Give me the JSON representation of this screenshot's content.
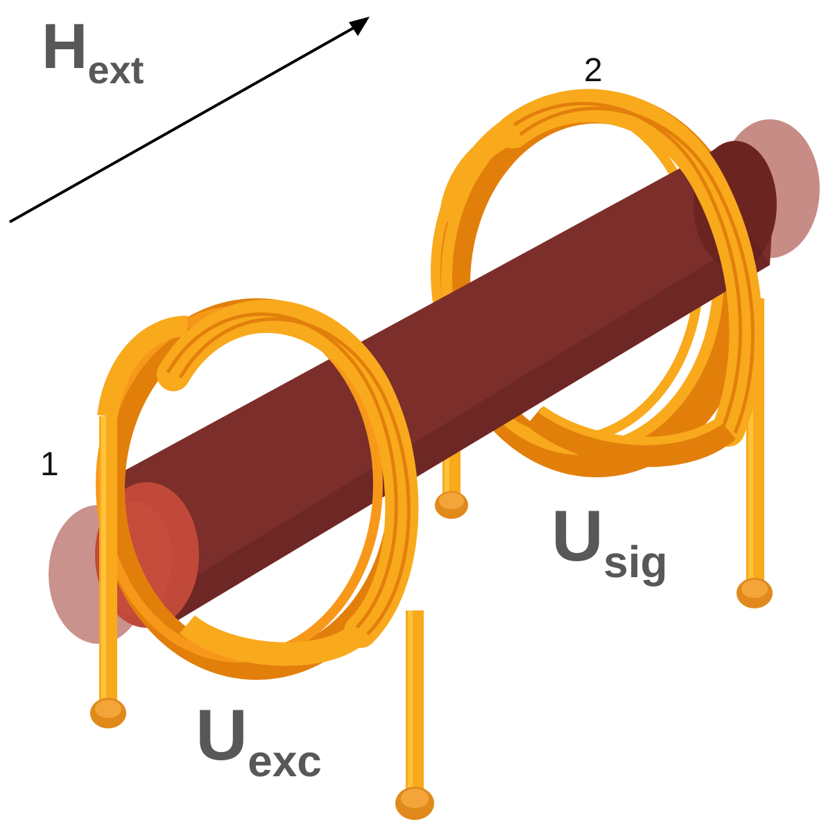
{
  "labels": {
    "field_main": "H",
    "field_sub": "ext",
    "coil1_number": "1",
    "coil2_number": "2",
    "excitation_main": "U",
    "excitation_sub": "exc",
    "signal_main": "U",
    "signal_sub": "sig"
  },
  "colors": {
    "core_body": "#7b2e2a",
    "core_shadow": "#5e1f1c",
    "core_end_face": "#c0493a",
    "core_end_ghost": "#c48680",
    "coil_main": "#f9a91c",
    "coil_light": "#ffc33a",
    "coil_dark": "#e27f0b",
    "coil_inner": "#f7981a",
    "terminal": "#e08a1c",
    "arrow": "#000000",
    "label_text": "#58585a"
  }
}
